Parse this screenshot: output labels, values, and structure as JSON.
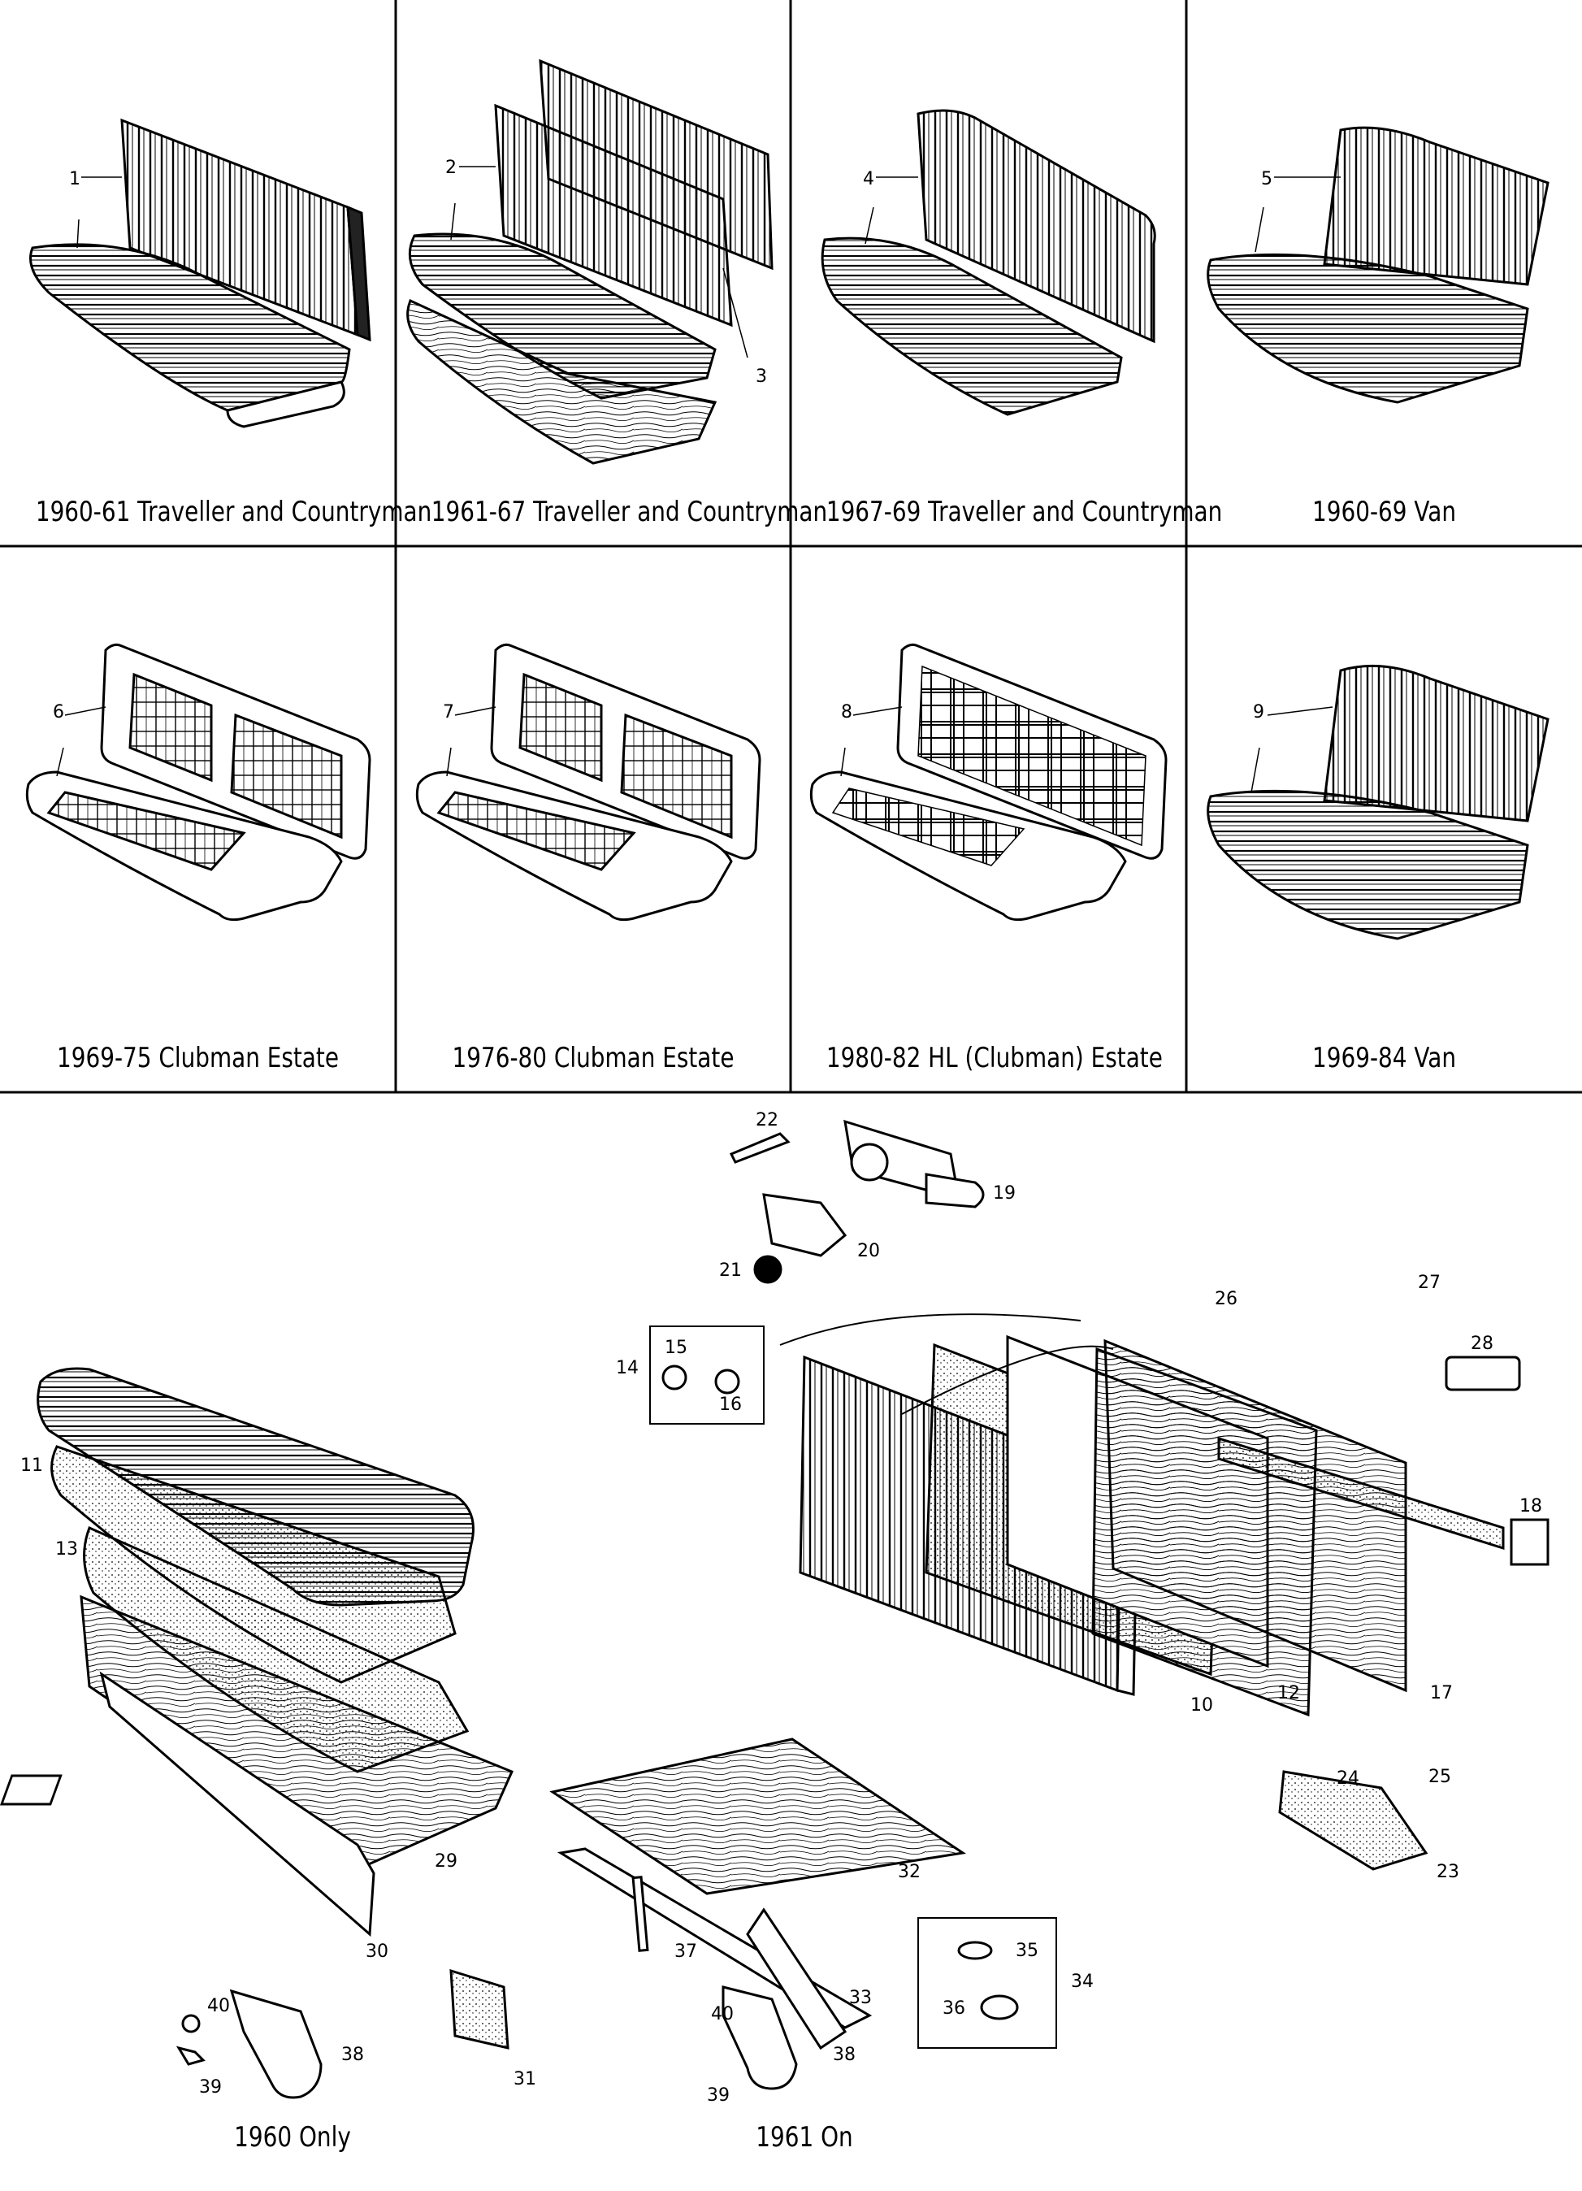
{
  "captions": {
    "c1": "1960-61 Traveller and Countryman",
    "c2": "1961-67 Traveller and Countryman",
    "c3": "1967-69 Traveller and Countryman",
    "c4": "1960-69 Van",
    "c5": "1969-75 Clubman Estate",
    "c6": "1976-80 Clubman Estate",
    "c7": "1980-82 HL (Clubman) Estate",
    "c8": "1969-84 Van",
    "c9": "1960 Only",
    "c10": "1961 On"
  },
  "callouts": {
    "n1": "1",
    "n2": "2",
    "n3": "3",
    "n4": "4",
    "n5": "5",
    "n6": "6",
    "n7": "7",
    "n8": "8",
    "n9": "9",
    "n10": "10",
    "n11": "11",
    "n12": "12",
    "n13": "13",
    "n14": "14",
    "n15": "15",
    "n16": "16",
    "n17": "17",
    "n18": "18",
    "n19": "19",
    "n20": "20",
    "n21": "21",
    "n22": "22",
    "n23": "23",
    "n24": "24",
    "n25": "25",
    "n26": "26",
    "n27": "27",
    "n28": "28",
    "n29": "29",
    "n30": "30",
    "n31": "31",
    "n32": "32",
    "n33": "33",
    "n34": "34",
    "n35": "35",
    "n36": "36",
    "n37": "37",
    "n38": "38",
    "n39": "39",
    "n40": "40",
    "n38b": "38",
    "n39b": "39",
    "n40b": "40"
  }
}
